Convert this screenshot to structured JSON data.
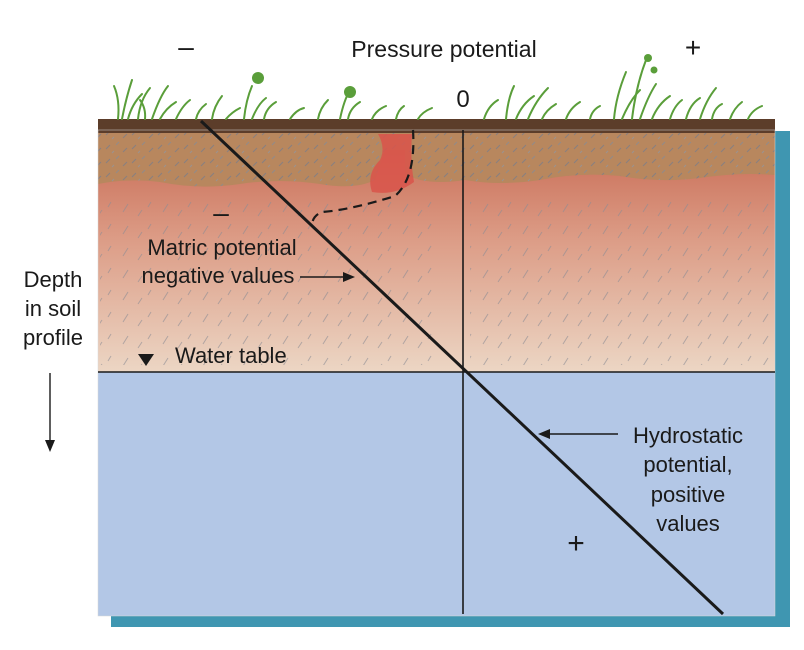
{
  "diagram": {
    "title": "Pressure potential",
    "minus_sign": "–",
    "plus_sign": "+",
    "zero": "0",
    "depth_label": [
      "Depth",
      "in soil",
      "profile"
    ],
    "matric_sign": "–",
    "matric_label": [
      "Matric potential",
      "negative values"
    ],
    "water_table_label": "Water table",
    "hydrostatic_label": [
      "Hydrostatic",
      "potential,",
      "positive",
      "values"
    ],
    "hydrostatic_sign": "+"
  },
  "colors": {
    "soil_top": "#5c3d2a",
    "soil_brown": "#b8875e",
    "soil_red": "#cf6e60",
    "soil_pale": "#e8cdb8",
    "groundwater": "#b3c7e6",
    "shadow": "#3f96b1",
    "grass": "#5a9e3a",
    "wet_front": "#d9544a"
  }
}
